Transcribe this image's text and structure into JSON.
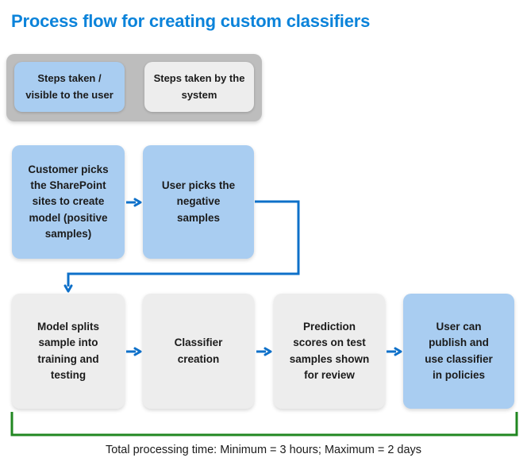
{
  "title": "Process flow for creating custom classifiers",
  "legend": {
    "items": [
      {
        "label": "Steps taken /\nvisible to the user",
        "type": "user"
      },
      {
        "label": "Steps taken by the\nsystem",
        "type": "system"
      }
    ]
  },
  "flow": {
    "row1": [
      {
        "label": "Customer picks\nthe SharePoint\nsites to create\nmodel (positive\nsamples)",
        "type": "user"
      },
      {
        "label": "User picks the\nnegative\nsamples",
        "type": "user"
      }
    ],
    "row2": [
      {
        "label": "Model splits\nsample into\ntraining and\ntesting",
        "type": "system"
      },
      {
        "label": "Classifier\ncreation",
        "type": "system"
      },
      {
        "label": "Prediction\nscores on test\nsamples shown\nfor review",
        "type": "system"
      },
      {
        "label": "User can\npublish and\nuse classifier\nin policies",
        "type": "user"
      }
    ]
  },
  "footer": {
    "total_time": "Total processing time: Minimum = 3 hours; Maximum = 2 days"
  },
  "colors": {
    "title_blue": "#0B83DA",
    "arrow_blue": "#0E70C9",
    "user_box": "#A9CDF1",
    "system_box": "#EDEDED",
    "legend_bg": "#BDBDBD",
    "bracket_green": "#218721",
    "text_dark": "#1B1B1B"
  }
}
